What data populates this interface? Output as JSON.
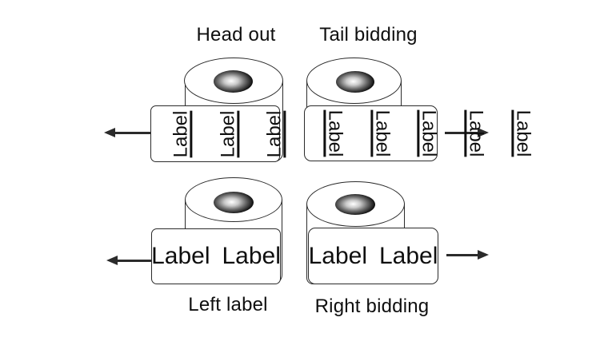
{
  "page": {
    "background": "#ffffff"
  },
  "diagram": {
    "stroke_color": "#2b2b2b",
    "text_color": "#0f0f0f",
    "label_text": "Label",
    "vertical_label_count": 5,
    "sections": {
      "head_out": {
        "title": "Head out",
        "arrow_direction": "left"
      },
      "tail_bidding": {
        "title": "Tail bidding",
        "arrow_direction": "right"
      },
      "left_label": {
        "caption": "Left label",
        "arrow_direction": "left"
      },
      "right_bidding": {
        "caption": "Right bidding",
        "arrow_direction": "right"
      }
    }
  }
}
